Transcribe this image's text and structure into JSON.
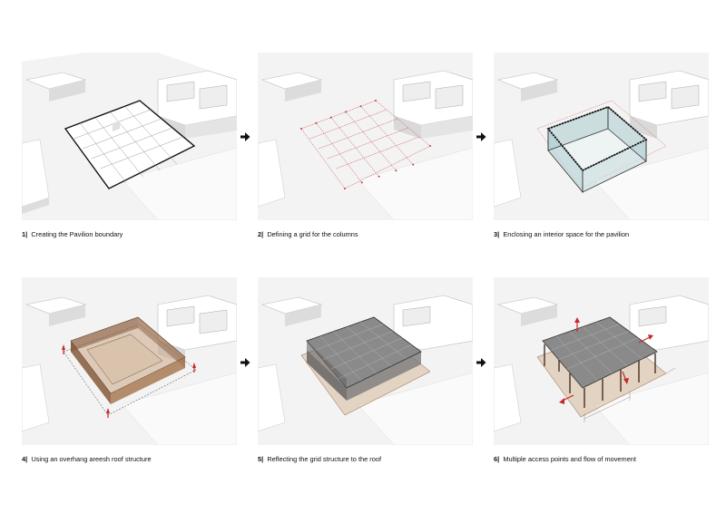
{
  "steps": [
    {
      "number": "1",
      "separator": "|",
      "label": "Creating the Pavilion boundary"
    },
    {
      "number": "2",
      "separator": "|",
      "label": "Defining a grid for the columns"
    },
    {
      "number": "3",
      "separator": "|",
      "label": "Enclosing an interior space for the pavilion"
    },
    {
      "number": "4",
      "separator": "|",
      "label": "Using an overhang areesh roof structure"
    },
    {
      "number": "5",
      "separator": "|",
      "label": "Reflecting the grid structure to the roof"
    },
    {
      "number": "6",
      "separator": "|",
      "label": "Multiple access points and flow of movement"
    }
  ],
  "colors": {
    "panel_background": "#f3f3f3",
    "buildings": "#ffffff",
    "boundary": "#111111",
    "grid_red": "#c23b3b",
    "glass": "#b9d4d8",
    "wood": "#9a6b4a",
    "roof_grey": "#6f6f6f",
    "arrow_red": "#c62828"
  }
}
